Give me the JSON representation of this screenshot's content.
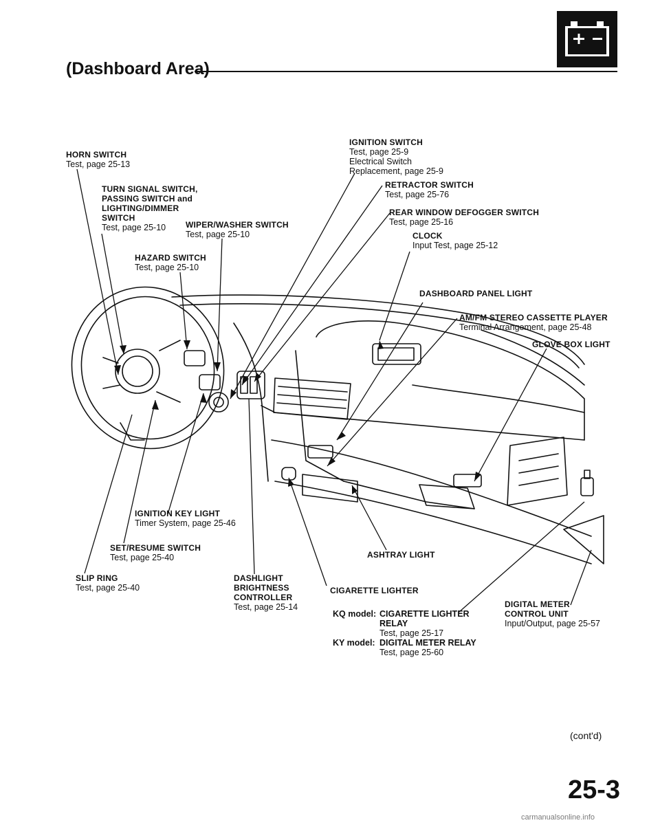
{
  "header": {
    "title": "(Dashboard Area)",
    "icon": "battery-icon"
  },
  "callouts": {
    "horn_switch": {
      "title": "HORN SWITCH",
      "lines": [
        "Test, page 25-13"
      ]
    },
    "turn_signal_switch": {
      "title": [
        "TURN SIGNAL SWITCH,",
        "PASSING SWITCH and",
        "LIGHTING/DIMMER",
        "SWITCH"
      ],
      "lines": [
        "Test, page 25-10"
      ]
    },
    "hazard_switch": {
      "title": "HAZARD SWITCH",
      "lines": [
        "Test, page 25-10"
      ]
    },
    "wiper_washer_switch": {
      "title": "WIPER/WASHER SWITCH",
      "lines": [
        "Test, page 25-10"
      ]
    },
    "ignition_switch": {
      "title": "IGNITION SWITCH",
      "lines": [
        "Test, page 25-9",
        "Electrical Switch",
        "Replacement, page 25-9"
      ]
    },
    "retractor_switch": {
      "title": "RETRACTOR SWITCH",
      "lines": [
        "Test, page 25-76"
      ]
    },
    "rear_window_defogger_switch": {
      "title": "REAR WINDOW DEFOGGER  SWITCH",
      "lines": [
        "Test, page 25-16"
      ]
    },
    "clock": {
      "title": "CLOCK",
      "lines": [
        "Input Test, page 25-12"
      ]
    },
    "dashboard_panel_light": {
      "title": "DASHBOARD PANEL LIGHT",
      "lines": []
    },
    "stereo_player": {
      "title": "AM/FM STEREO CASSETTE PLAYER",
      "lines": [
        "Terminal Arrangement, page 25-48"
      ]
    },
    "glove_box_light": {
      "title": "GLOVE BOX LIGHT",
      "lines": []
    },
    "ignition_key_light": {
      "title": "IGNITION KEY LIGHT",
      "lines": [
        "Timer System, page 25-46"
      ]
    },
    "set_resume_switch": {
      "title": "SET/RESUME SWITCH",
      "lines": [
        "Test, page 25-40"
      ]
    },
    "slip_ring": {
      "title": "SLIP RING",
      "lines": [
        "Test, page 25-40"
      ]
    },
    "dashlight_controller": {
      "title": [
        "DASHLIGHT",
        "BRIGHTNESS",
        "CONTROLLER"
      ],
      "lines": [
        "Test, page 25-14"
      ]
    },
    "ashtray_light": {
      "title": "ASHTRAY LIGHT",
      "lines": []
    },
    "cigarette_lighter": {
      "title": "CIGARETTE LIGHTER",
      "lines": []
    },
    "digital_meter_control_unit": {
      "title": [
        "DIGITAL METER",
        "CONTROL UNIT"
      ],
      "lines": [
        "Input/Output, page 25-57"
      ]
    }
  },
  "relay_note": {
    "kq_label": "KQ model:",
    "kq_title": [
      "CIGARETTE LIGHTER",
      "RELAY"
    ],
    "kq_line": "Test, page 25-17",
    "ky_label": "KY model:",
    "ky_title": "DIGITAL METER RELAY",
    "ky_line": "Test, page 25-60"
  },
  "footer": {
    "contd": "(cont'd)",
    "page_number": "25-3",
    "watermark": "carmanualsonline.info"
  }
}
